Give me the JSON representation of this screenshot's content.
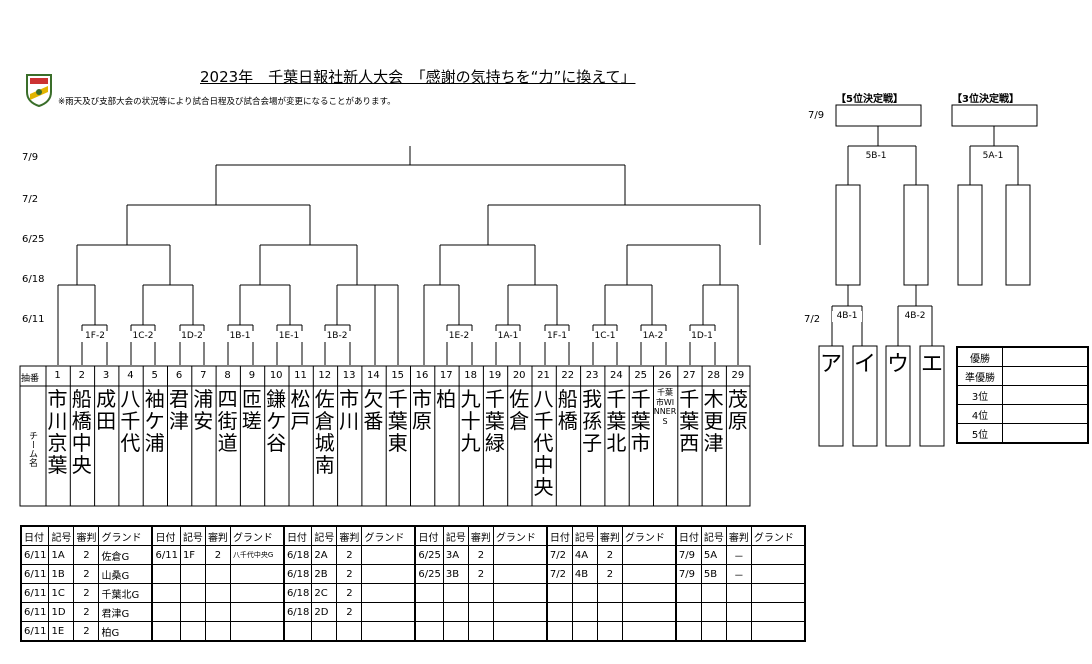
{
  "header": {
    "title": "2023年　千葉日報社新人大会　「感謝の気持ちを“力”に換えて」",
    "note": "※雨天及び支部大会の状況等により試合日程及び試合会場が変更になることがあります。"
  },
  "dates": [
    "7/9",
    "7/2",
    "6/25",
    "6/18",
    "6/11"
  ],
  "match_labels": [
    "1F-2",
    "1C-2",
    "1D-2",
    "1B-1",
    "1E-1",
    "1B-2",
    "1E-2",
    "1A-1",
    "1F-1",
    "1C-1",
    "1A-2",
    "1D-1"
  ],
  "team_header": {
    "number_label": "抽番",
    "name_label": "チーム名"
  },
  "teams": [
    {
      "no": "1",
      "name": "市川京葉"
    },
    {
      "no": "2",
      "name": "船橋中央"
    },
    {
      "no": "3",
      "name": "成田"
    },
    {
      "no": "4",
      "name": "八千代"
    },
    {
      "no": "5",
      "name": "袖ケ浦"
    },
    {
      "no": "6",
      "name": "君津"
    },
    {
      "no": "7",
      "name": "浦安"
    },
    {
      "no": "8",
      "name": "四街道"
    },
    {
      "no": "9",
      "name": "匝瑳"
    },
    {
      "no": "10",
      "name": "鎌ケ谷"
    },
    {
      "no": "11",
      "name": "松戸"
    },
    {
      "no": "12",
      "name": "佐倉城南"
    },
    {
      "no": "13",
      "name": "市川"
    },
    {
      "no": "14",
      "name": "欠番"
    },
    {
      "no": "15",
      "name": "千葉東"
    },
    {
      "no": "16",
      "name": "市原"
    },
    {
      "no": "17",
      "name": "柏"
    },
    {
      "no": "18",
      "name": "九十九"
    },
    {
      "no": "19",
      "name": "千葉緑"
    },
    {
      "no": "20",
      "name": "佐倉"
    },
    {
      "no": "21",
      "name": "八千代中央"
    },
    {
      "no": "22",
      "name": "船橋"
    },
    {
      "no": "23",
      "name": "我孫子"
    },
    {
      "no": "24",
      "name": "千葉北"
    },
    {
      "no": "25",
      "name": "千葉市"
    },
    {
      "no": "26",
      "name": "千葉市WINNERS"
    },
    {
      "no": "27",
      "name": "千葉西"
    },
    {
      "no": "28",
      "name": "木更津"
    },
    {
      "no": "29",
      "name": "茂原"
    }
  ],
  "placement": {
    "fifth_title": "【5位決定戦】",
    "third_title": "【3位決定戦】",
    "date_top": "7/9",
    "date_bottom": "7/2",
    "m5b1": "5B-1",
    "m5a1": "5A-1",
    "m4b1": "4B-1",
    "m4b2": "4B-2",
    "slots": [
      "ア",
      "イ",
      "ウ",
      "エ"
    ]
  },
  "ranking": [
    {
      "label": "優勝",
      "value": ""
    },
    {
      "label": "準優勝",
      "value": ""
    },
    {
      "label": "3位",
      "value": ""
    },
    {
      "label": "4位",
      "value": ""
    },
    {
      "label": "5位",
      "value": ""
    }
  ],
  "schedule": {
    "headers": [
      "日付",
      "記号",
      "審判",
      "グランド"
    ],
    "groups": [
      [
        [
          "6/11",
          "1A",
          "2",
          "佐倉G"
        ],
        [
          "6/11",
          "1B",
          "2",
          "山桑G"
        ],
        [
          "6/11",
          "1C",
          "2",
          "千葉北G"
        ],
        [
          "6/11",
          "1D",
          "2",
          "君津G"
        ],
        [
          "6/11",
          "1E",
          "2",
          "柏G"
        ]
      ],
      [
        [
          "6/11",
          "1F",
          "2",
          "八千代中央G"
        ],
        [
          "",
          "",
          "",
          ""
        ],
        [
          "",
          "",
          "",
          ""
        ],
        [
          "",
          "",
          "",
          ""
        ],
        [
          "",
          "",
          "",
          ""
        ]
      ],
      [
        [
          "6/18",
          "2A",
          "2",
          ""
        ],
        [
          "6/18",
          "2B",
          "2",
          ""
        ],
        [
          "6/18",
          "2C",
          "2",
          ""
        ],
        [
          "6/18",
          "2D",
          "2",
          ""
        ],
        [
          "",
          "",
          "",
          ""
        ]
      ],
      [
        [
          "6/25",
          "3A",
          "2",
          ""
        ],
        [
          "6/25",
          "3B",
          "2",
          ""
        ],
        [
          "",
          "",
          "",
          ""
        ],
        [
          "",
          "",
          "",
          ""
        ],
        [
          "",
          "",
          "",
          ""
        ]
      ],
      [
        [
          "7/2",
          "4A",
          "2",
          ""
        ],
        [
          "7/2",
          "4B",
          "2",
          ""
        ],
        [
          "",
          "",
          "",
          ""
        ],
        [
          "",
          "",
          "",
          ""
        ],
        [
          "",
          "",
          "",
          ""
        ]
      ],
      [
        [
          "7/9",
          "5A",
          "－",
          ""
        ],
        [
          "7/9",
          "5B",
          "－",
          ""
        ],
        [
          "",
          "",
          "",
          ""
        ],
        [
          "",
          "",
          "",
          ""
        ],
        [
          "",
          "",
          "",
          ""
        ]
      ]
    ]
  }
}
